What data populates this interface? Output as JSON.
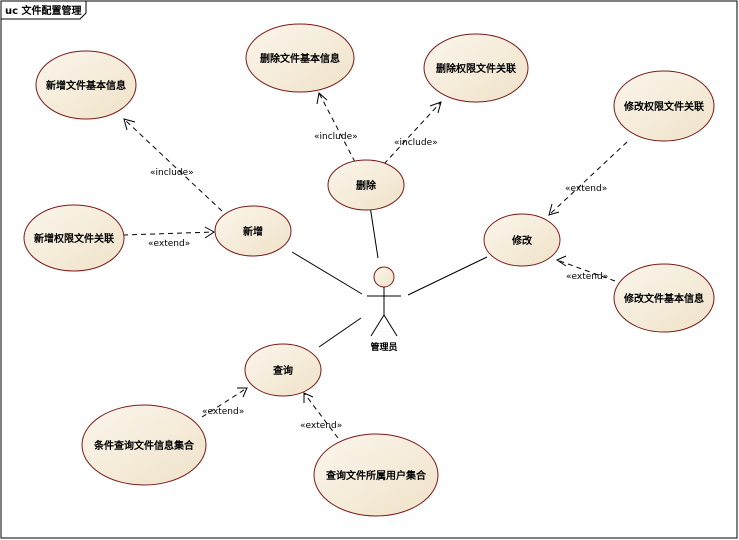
{
  "frame": {
    "title": "uc 文件配置管理"
  },
  "actor": {
    "name": "管理员"
  },
  "colors": {
    "usecase_fill": "#f3ead7",
    "usecase_stroke": "#7a1a1a",
    "line": "#000000"
  },
  "usecases": {
    "xinzeng": "新增",
    "shanchu": "删除",
    "xiugai": "修改",
    "chaxun": "查询",
    "xinzeng_jiben": "新增文件基本信息",
    "shanchu_jiben": "删除文件基本信息",
    "shanchu_quanxian": "删除权限文件关联",
    "xiugai_quanxian": "修改权限文件关联",
    "xinzeng_quanxian": "新增权限文件关联",
    "xiugai_jiben": "修改文件基本信息",
    "tiaojian_chaxun": "条件查询文件信息集合",
    "chaxun_yonghu": "查询文件所属用户集合"
  },
  "relations": {
    "include_1": "«include»",
    "include_2": "«include»",
    "include_3": "«include»",
    "extend_1": "«extend»",
    "extend_2": "«extend»",
    "extend_3": "«extend»",
    "extend_4": "«extend»",
    "extend_5": "«extend»"
  }
}
